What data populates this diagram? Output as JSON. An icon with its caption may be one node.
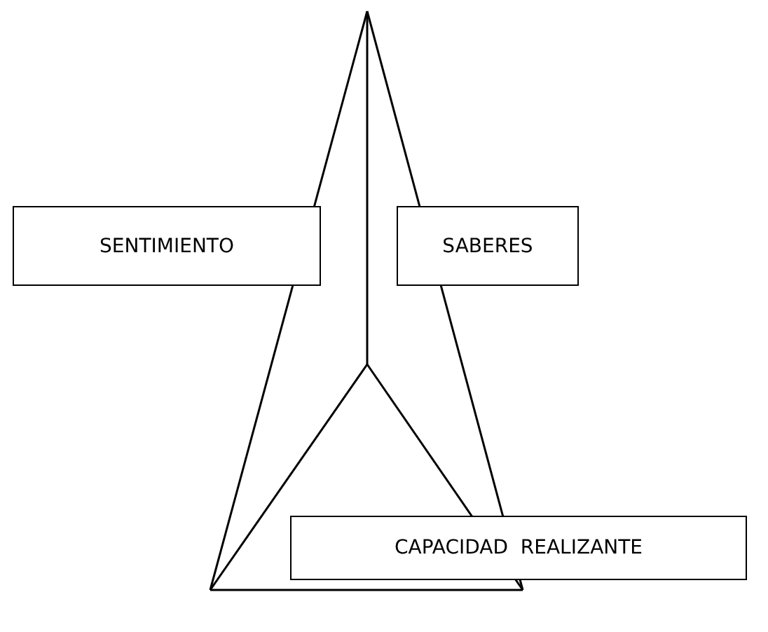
{
  "diagram": {
    "nodes": [
      {
        "text": [
          "SENTIMIENTO"
        ]
      },
      {
        "text": [
          "SABERES"
        ]
      },
      {
        "text": [
          "CAPACIDAD  REALIZANTE"
        ]
      }
    ]
  }
}
